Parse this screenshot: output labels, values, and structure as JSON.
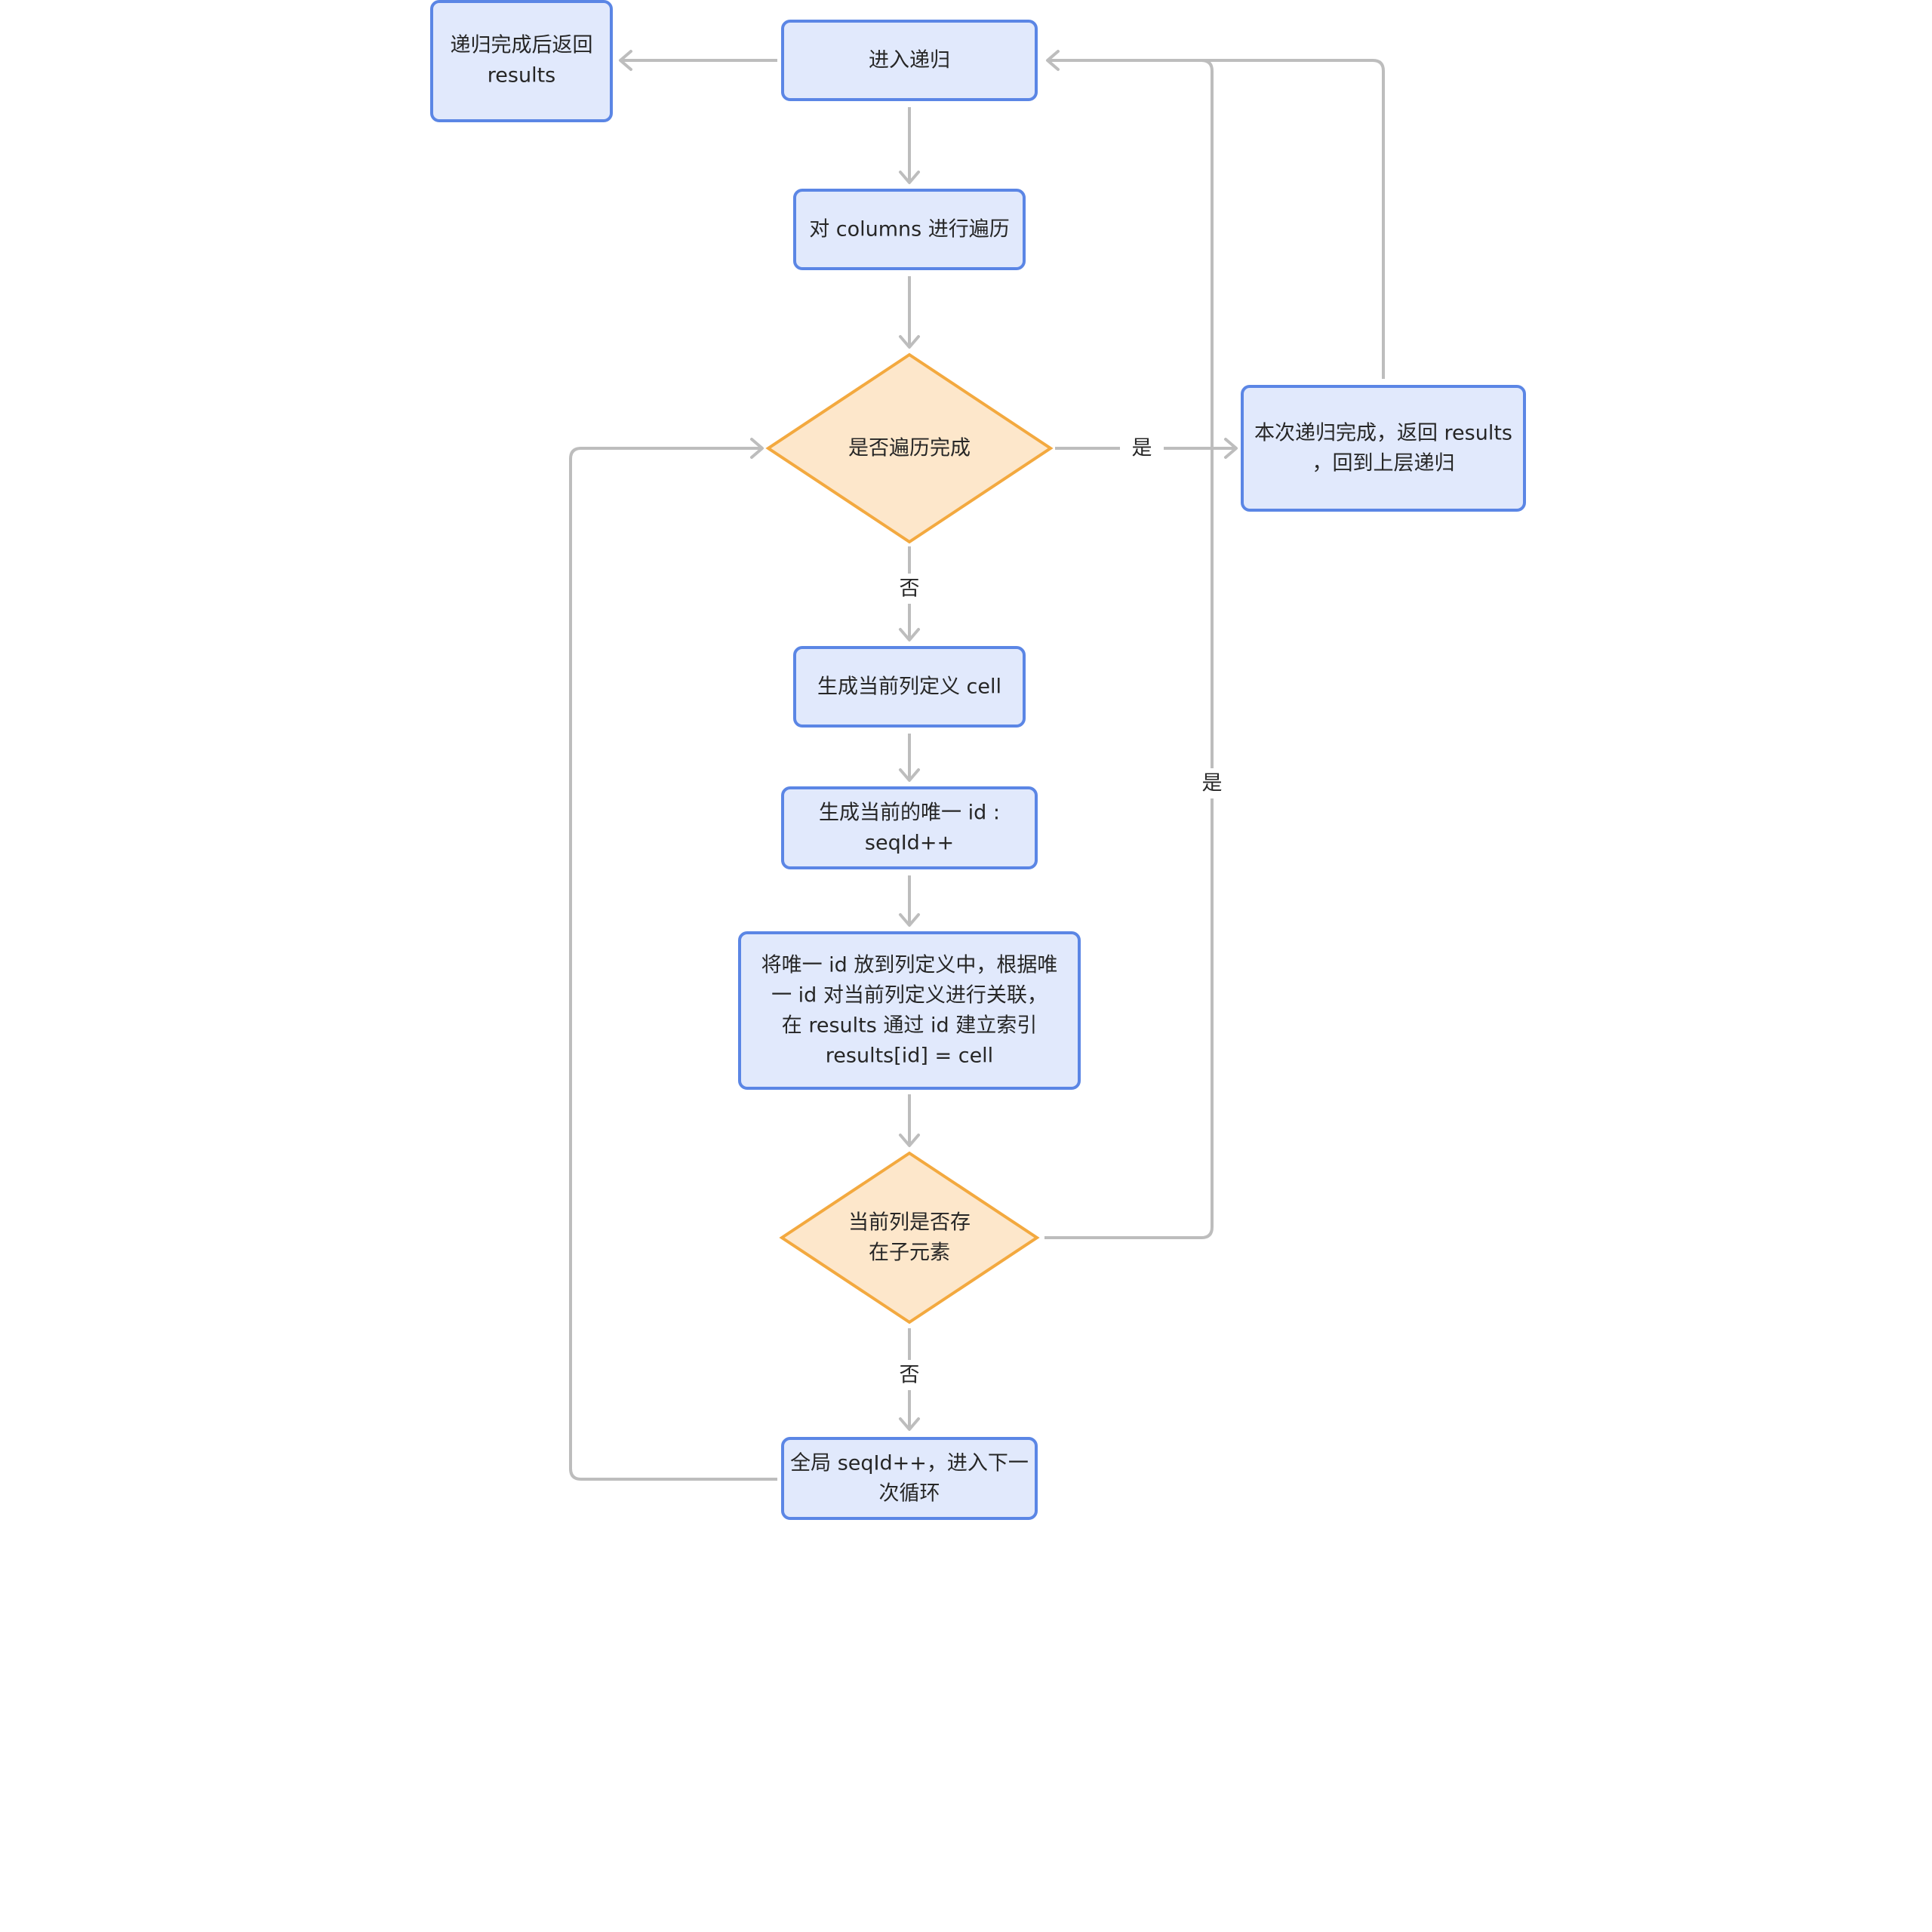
{
  "nodes": {
    "enter_recursion": {
      "lines": [
        "进入递归"
      ]
    },
    "return_results": {
      "lines": [
        "递归完成后返回",
        "results"
      ]
    },
    "traverse_columns": {
      "lines": [
        "对 columns 进行遍历"
      ]
    },
    "traversal_done": {
      "lines": [
        "是否遍历完成"
      ]
    },
    "level_done": {
      "lines": [
        "本次递归完成，返回 results",
        "，回到上层递归"
      ]
    },
    "gen_cell": {
      "lines": [
        "生成当前列定义 cell"
      ]
    },
    "gen_id": {
      "lines": [
        "生成当前的唯一 id :",
        "seqId++"
      ]
    },
    "put_id": {
      "lines": [
        "将唯一 id 放到列定义中，根据唯",
        "一 id 对当前列定义进行关联，",
        "在 results 通过 id 建立索引",
        "results[id] = cell"
      ]
    },
    "has_children": {
      "lines": [
        "当前列是否存",
        "在子元素"
      ]
    },
    "next_loop": {
      "lines": [
        "全局 seqId++，进入下一",
        "次循环"
      ]
    }
  },
  "edges": {
    "yes_label_1": "是",
    "no_label_1": "否",
    "yes_label_2": "是",
    "no_label_2": "否"
  },
  "colors": {
    "box_fill": "#e1e9fc",
    "box_stroke": "#5b86e5",
    "diamond_fill": "#fde7cb",
    "diamond_stroke": "#f3a93f",
    "connector": "#bdbdbd",
    "text": "#262626"
  }
}
